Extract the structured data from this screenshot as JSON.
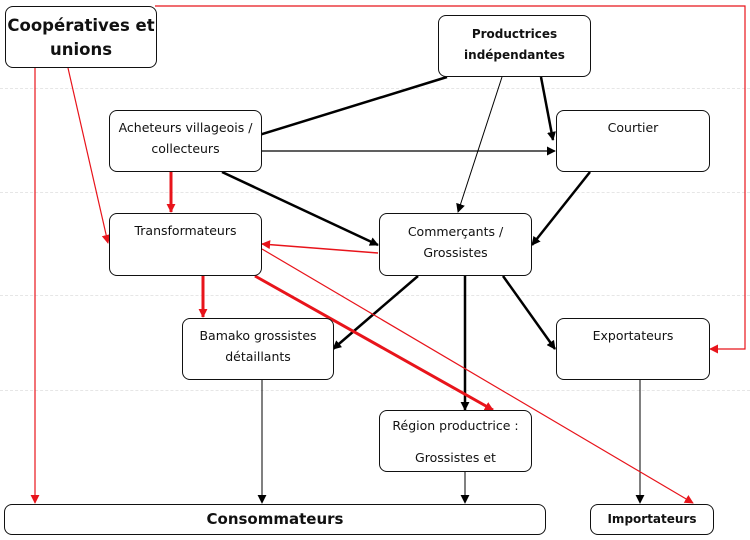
{
  "nodes": {
    "cooperatives": "Coopératives et\nunions",
    "productrices": "Productrices\nindépendantes",
    "acheteurs": "Acheteurs villageois /\ncollecteurs",
    "courtier": "Courtier",
    "transformateurs": "Transformateurs",
    "commercants": "Commerçants /\nGrossistes",
    "bamako": "Bamako grossistes\ndétaillants",
    "exportateurs": "Exportateurs",
    "region": "Région productrice :\n\nGrossistes et",
    "consommateurs": "Consommateurs",
    "importateurs": "Importateurs"
  },
  "colors": {
    "black_flow": "#000000",
    "red_flow": "#e8141b"
  }
}
